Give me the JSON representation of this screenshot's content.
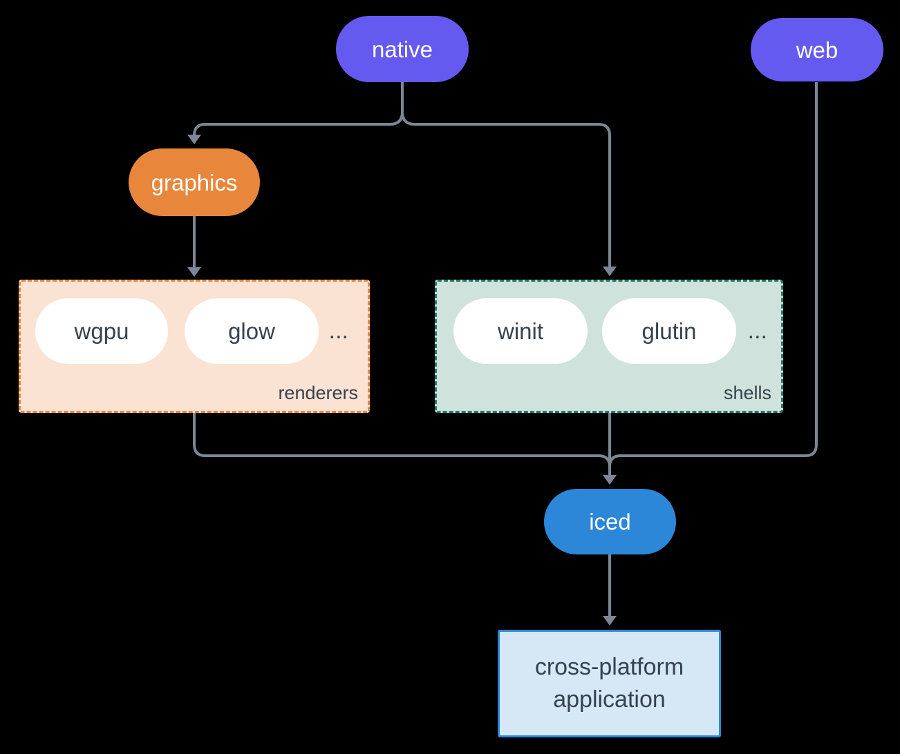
{
  "colors": {
    "background": "#000000",
    "purple": "#655af0",
    "orange": "#e8873b",
    "blue": "#2c87d8",
    "edge": "#7b8794",
    "dark_text": "#36424e",
    "white_pill": "#ffffff",
    "renderers_bg": "#fae3d3",
    "renderers_border": "#e8873b",
    "shells_bg": "#cfe2dc",
    "shells_border": "#1e7a67",
    "app_bg": "#d6e7f6",
    "app_border": "#2c87d8"
  },
  "nodes": {
    "native": {
      "label": "native"
    },
    "web": {
      "label": "web"
    },
    "graphics": {
      "label": "graphics"
    },
    "iced": {
      "label": "iced"
    },
    "app": {
      "line1": "cross-platform",
      "line2": "application"
    }
  },
  "groups": {
    "renderers": {
      "label": "renderers",
      "items": [
        "wgpu",
        "glow"
      ],
      "more": "..."
    },
    "shells": {
      "label": "shells",
      "items": [
        "winit",
        "glutin"
      ],
      "more": "..."
    }
  }
}
